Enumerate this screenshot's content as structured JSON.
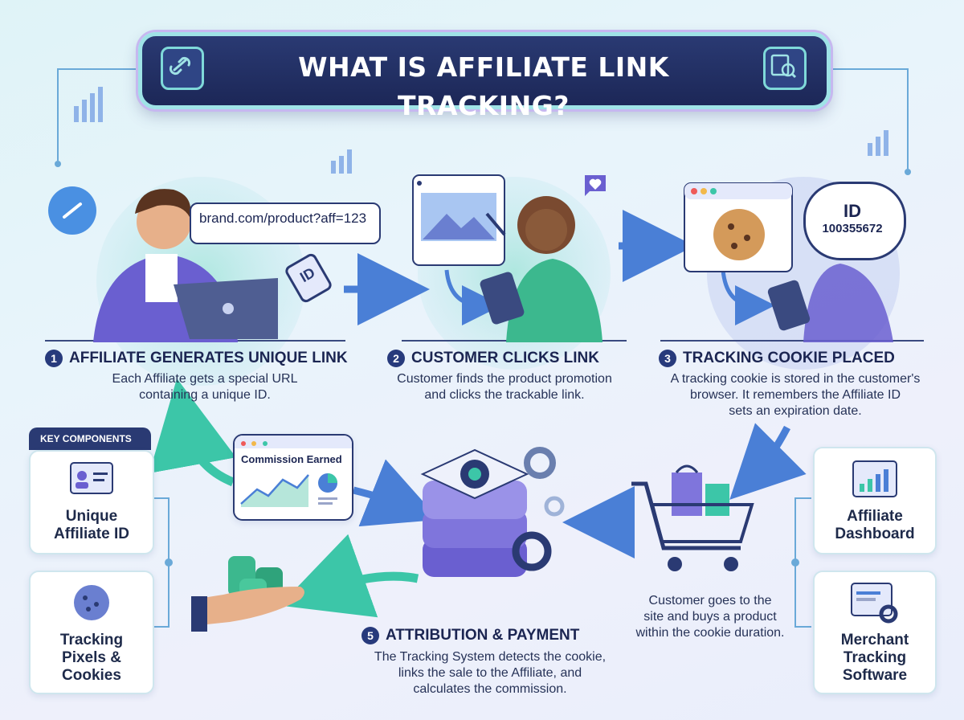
{
  "title": "WHAT IS AFFILIATE LINK TRACKING?",
  "icons": {
    "title_left": "link-icon",
    "title_right": "document-search-icon",
    "link_bubble": "link-icon",
    "server": "tracking-server-icon"
  },
  "colors": {
    "navy": "#2a3a73",
    "teal": "#3cc6a8",
    "purple": "#6a5fd0",
    "blue_arrow": "#4a7fd6"
  },
  "step1": {
    "number": "1",
    "title": "AFFILIATE GENERATES UNIQUE LINK",
    "desc_line1": "Each Affiliate gets a special URL",
    "desc_line2": "containing a unique ID.",
    "url": "brand.com/product?aff=123",
    "tag_label": "ID"
  },
  "step2": {
    "number": "2",
    "title": "CUSTOMER CLICKS LINK",
    "desc_line1": "Customer finds the product promotion",
    "desc_line2": "and clicks the trackable link."
  },
  "step3": {
    "number": "3",
    "title": "TRACKING COOKIE PLACED",
    "desc_line1": "A tracking cookie is stored in the customer's",
    "desc_line2": "browser. It remembers the Affiliate ID",
    "desc_line3": "sets an expiration date.",
    "cloud_id_label": "ID",
    "cloud_id_value": "100355672"
  },
  "step4": {
    "desc_line1": "Customer goes to the",
    "desc_line2": "site and buys a product",
    "desc_line3": "within the cookie duration."
  },
  "step5": {
    "number": "5",
    "title": "ATTRIBUTION & PAYMENT",
    "desc_line1": "The Tracking System detects the cookie,",
    "desc_line2": "links the sale to the Affiliate, and",
    "desc_line3": "calculates the commission."
  },
  "commission_panel": {
    "title": "Commission Earned"
  },
  "key_components": {
    "header": "KEY COMPONENTS",
    "items": [
      {
        "line1": "Unique",
        "line2": "Affiliate ID",
        "icon": "id-card-icon"
      },
      {
        "line1": "Tracking",
        "line2": "Pixels &",
        "line3": "Cookies",
        "icon": "cookie-icon"
      }
    ]
  },
  "right_components": {
    "items": [
      {
        "line1": "Affiliate",
        "line2": "Dashboard",
        "icon": "dashboard-chart-icon"
      },
      {
        "line1": "Merchant",
        "line2": "Tracking",
        "line3": "Software",
        "icon": "software-gear-icon"
      }
    ]
  }
}
